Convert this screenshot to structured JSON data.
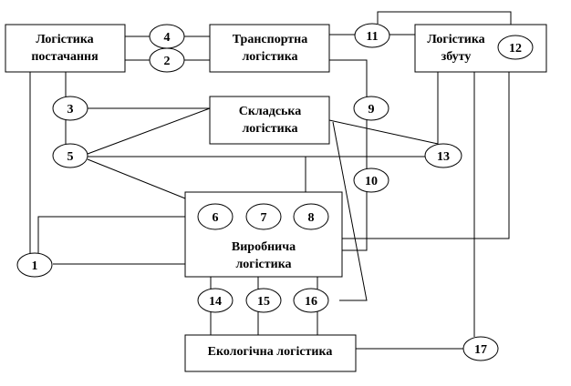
{
  "boxes": {
    "supply": {
      "line1": "Логістика",
      "line2": "постачання"
    },
    "transport": {
      "line1": "Транспортна",
      "line2": "логістика"
    },
    "sales": {
      "line1": "Логістика",
      "line2": "збуту"
    },
    "warehouse": {
      "line1": "Складська",
      "line2": "логістика"
    },
    "production": {
      "line1": "Виробнича",
      "line2": "логістика"
    },
    "ecology": {
      "line1": "Екологічна логістика"
    }
  },
  "nodes": [
    "1",
    "2",
    "3",
    "4",
    "5",
    "6",
    "7",
    "8",
    "9",
    "10",
    "11",
    "12",
    "13",
    "14",
    "15",
    "16",
    "17"
  ]
}
